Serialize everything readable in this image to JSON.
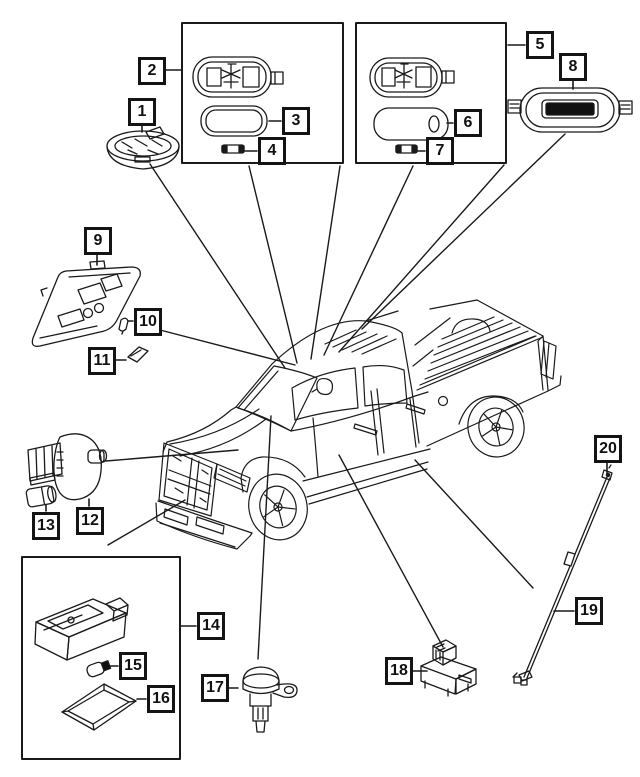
{
  "diagram": {
    "description_label": "",
    "colors": {
      "background": "#ffffff",
      "line": "#1a1a1a",
      "lens_fill": "#111111"
    }
  },
  "callouts": [
    {
      "label": "1"
    },
    {
      "label": "2"
    },
    {
      "label": "3"
    },
    {
      "label": "4"
    },
    {
      "label": "5"
    },
    {
      "label": "6"
    },
    {
      "label": "7"
    },
    {
      "label": "8"
    },
    {
      "label": "9"
    },
    {
      "label": "10"
    },
    {
      "label": "11"
    },
    {
      "label": "12"
    },
    {
      "label": "13"
    },
    {
      "label": "14"
    },
    {
      "label": "15"
    },
    {
      "label": "16"
    },
    {
      "label": "17"
    },
    {
      "label": "18"
    },
    {
      "label": "19"
    },
    {
      "label": "20"
    }
  ]
}
